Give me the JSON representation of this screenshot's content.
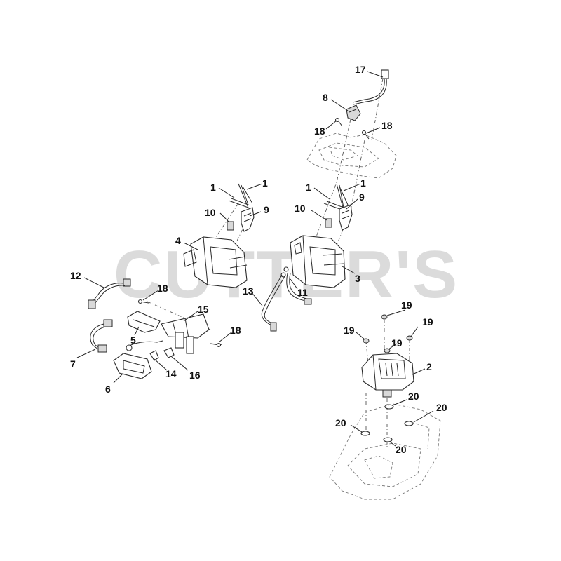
{
  "watermark": "CUTTER'S",
  "labels": {
    "l1a": "1",
    "l1b": "1",
    "l1c": "1",
    "l1d": "1",
    "l2": "2",
    "l3": "3",
    "l4": "4",
    "l5": "5",
    "l6": "6",
    "l7": "7",
    "l8": "8",
    "l9a": "9",
    "l9b": "9",
    "l10a": "10",
    "l10b": "10",
    "l11": "11",
    "l12": "12",
    "l13": "13",
    "l14": "14",
    "l15": "15",
    "l16": "16",
    "l17": "17",
    "l18a": "18",
    "l18b": "18",
    "l18c": "18",
    "l18d": "18",
    "l19a": "19",
    "l19b": "19",
    "l19c": "19",
    "l19d": "19",
    "l20a": "20",
    "l20b": "20",
    "l20c": "20",
    "l20d": "20"
  }
}
